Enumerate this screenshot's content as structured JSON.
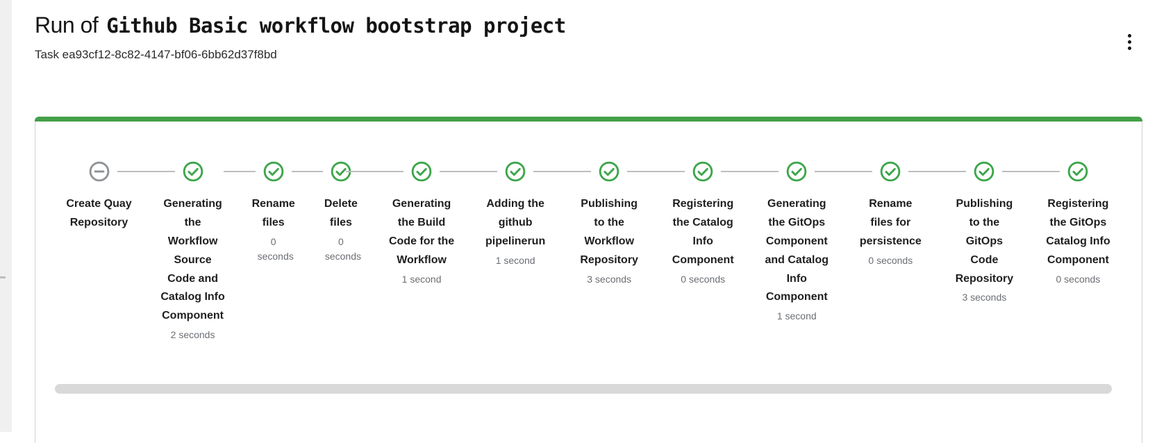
{
  "header": {
    "title_prefix": "Run of",
    "title_entity": "Github Basic workflow bootstrap project",
    "task_id": "Task ea93cf12-8c82-4147-bf06-6bb62d37f8bd"
  },
  "colors": {
    "accent_bar_green": "#43A047",
    "success_green": "#3DA64B",
    "skipped_gray": "#8F9296",
    "connector_gray": "#BDBDBD",
    "scrollbar_gray": "#D9D9D9"
  },
  "stepper": {
    "steps": [
      {
        "label": "Create Quay Repository",
        "duration": "",
        "status": "skipped"
      },
      {
        "label": "Generating the Workflow Source Code and Catalog Info Component",
        "duration": "2 seconds",
        "status": "success"
      },
      {
        "label": "Rename files",
        "duration": "0 seconds",
        "status": "success"
      },
      {
        "label": "Delete files",
        "duration": "0 seconds",
        "status": "success"
      },
      {
        "label": "Generating the Build Code for the Workflow",
        "duration": "1 second",
        "status": "success"
      },
      {
        "label": "Adding the github pipelinerun",
        "duration": "1 second",
        "status": "success"
      },
      {
        "label": "Publishing to the Workflow Repository",
        "duration": "3 seconds",
        "status": "success"
      },
      {
        "label": "Registering the Catalog Info Component",
        "duration": "0 seconds",
        "status": "success"
      },
      {
        "label": "Generating the GitOps Component and Catalog Info Component",
        "duration": "1 second",
        "status": "success"
      },
      {
        "label": "Rename files for persistence",
        "duration": "0 seconds",
        "status": "success"
      },
      {
        "label": "Publishing to the GitOps Code Repository",
        "duration": "3 seconds",
        "status": "success"
      },
      {
        "label": "Registering the GitOps Catalog Info Component",
        "duration": "0 seconds",
        "status": "success"
      }
    ]
  }
}
